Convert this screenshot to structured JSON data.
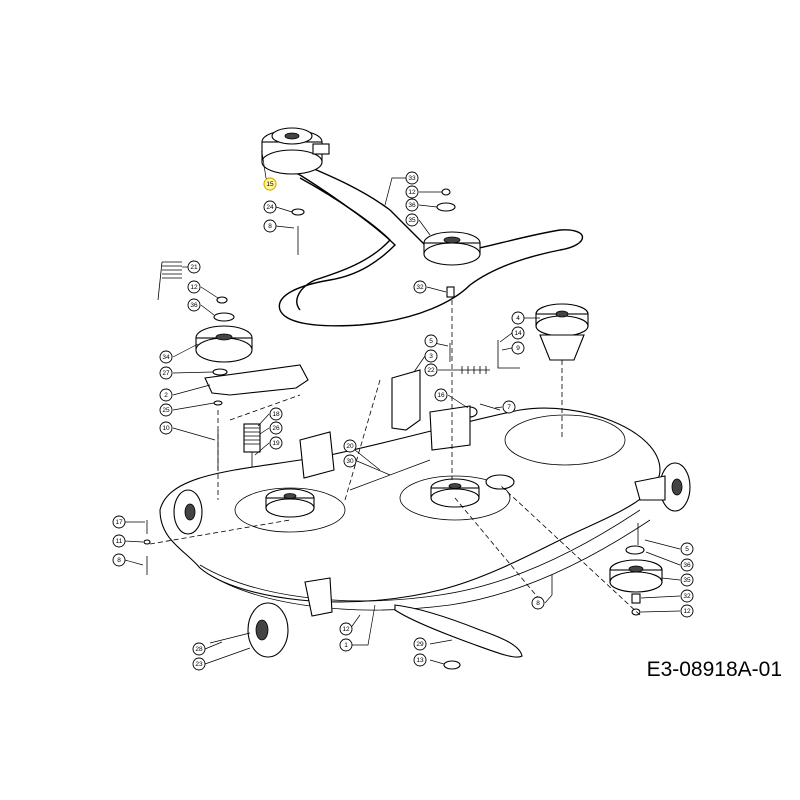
{
  "diagram": {
    "code": "E3-08918A-01",
    "highlight_color": "#fff6a0",
    "callouts": [
      {
        "id": "c-clutch",
        "label": "15",
        "highlight": true
      },
      {
        "id": "c-24a",
        "label": "24"
      },
      {
        "id": "c-8a",
        "label": "8"
      },
      {
        "id": "c-33",
        "label": "33"
      },
      {
        "id": "c-12a",
        "label": "12"
      },
      {
        "id": "c-36a",
        "label": "36"
      },
      {
        "id": "c-35a",
        "label": "35"
      },
      {
        "id": "c-32a",
        "label": "32"
      },
      {
        "id": "c-21",
        "label": "21"
      },
      {
        "id": "c-12b",
        "label": "12"
      },
      {
        "id": "c-36b",
        "label": "36"
      },
      {
        "id": "c-34",
        "label": "34"
      },
      {
        "id": "c-27",
        "label": "27"
      },
      {
        "id": "c-2",
        "label": "2"
      },
      {
        "id": "c-25",
        "label": "25"
      },
      {
        "id": "c-10",
        "label": "10"
      },
      {
        "id": "c-18",
        "label": "18"
      },
      {
        "id": "c-26",
        "label": "26"
      },
      {
        "id": "c-19",
        "label": "19"
      },
      {
        "id": "c-5a",
        "label": "5"
      },
      {
        "id": "c-3",
        "label": "3"
      },
      {
        "id": "c-22",
        "label": "22"
      },
      {
        "id": "c-16",
        "label": "16"
      },
      {
        "id": "c-7",
        "label": "7"
      },
      {
        "id": "c-4",
        "label": "4"
      },
      {
        "id": "c-14",
        "label": "14"
      },
      {
        "id": "c-9",
        "label": "9"
      },
      {
        "id": "c-20",
        "label": "20"
      },
      {
        "id": "c-30",
        "label": "30"
      },
      {
        "id": "c-17",
        "label": "17"
      },
      {
        "id": "c-11",
        "label": "11"
      },
      {
        "id": "c-8b",
        "label": "8"
      },
      {
        "id": "c-5b",
        "label": "5"
      },
      {
        "id": "c-36c",
        "label": "36"
      },
      {
        "id": "c-35b",
        "label": "35"
      },
      {
        "id": "c-32b",
        "label": "32"
      },
      {
        "id": "c-12c",
        "label": "12"
      },
      {
        "id": "c-8c",
        "label": "8"
      },
      {
        "id": "c-12d",
        "label": "12"
      },
      {
        "id": "c-1",
        "label": "1"
      },
      {
        "id": "c-28a",
        "label": "28"
      },
      {
        "id": "c-29",
        "label": "29"
      },
      {
        "id": "c-28b",
        "label": "28"
      },
      {
        "id": "c-23",
        "label": "23"
      },
      {
        "id": "c-13",
        "label": "13"
      }
    ]
  }
}
